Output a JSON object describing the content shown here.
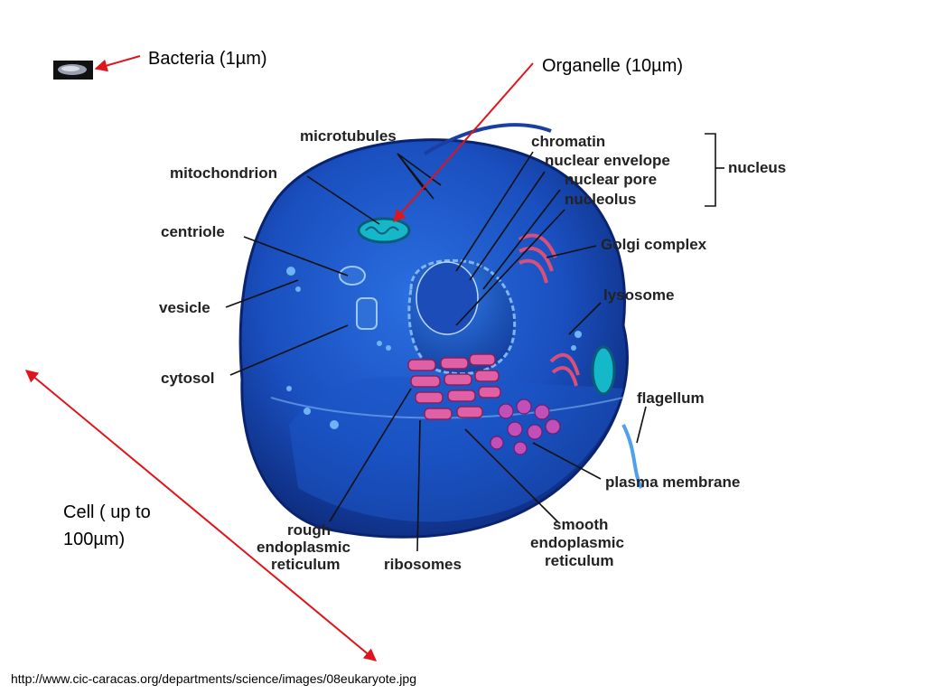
{
  "scale_notes": {
    "bacteria": "Bacteria (1µm)",
    "organelle": "Organelle (10µm)",
    "cell_line1": "Cell ( up to",
    "cell_line2": "100µm)"
  },
  "diagram_labels": {
    "microtubules": "microtubules",
    "mitochondrion": "mitochondrion",
    "centriole": "centriole",
    "vesicle": "vesicle",
    "cytosol": "cytosol",
    "chromatin": "chromatin",
    "nuclear_envelope": "nuclear envelope",
    "nuclear_pore": "nuclear pore",
    "nucleolus": "nucleolus",
    "nucleus": "nucleus",
    "golgi": "Golgi complex",
    "lysosome": "lysosome",
    "flagellum": "flagellum",
    "plasma_membrane": "plasma membrane",
    "rough_er_1": "rough",
    "rough_er_2": "endoplasmic",
    "rough_er_3": "reticulum",
    "ribosomes": "ribosomes",
    "smooth_er_1": "smooth",
    "smooth_er_2": "endoplasmic",
    "smooth_er_3": "reticulum"
  },
  "source": "http://www.cic-caracas.org/departments/science/images/08eukaryote.jpg",
  "colors": {
    "arrow": "#e0141b",
    "cell_dark": "#0d2f8f",
    "cell_mid": "#1f5fd0",
    "cell_light": "#4f96ee",
    "er_pink": "#e0509a",
    "golgi": "#d94f7a"
  }
}
